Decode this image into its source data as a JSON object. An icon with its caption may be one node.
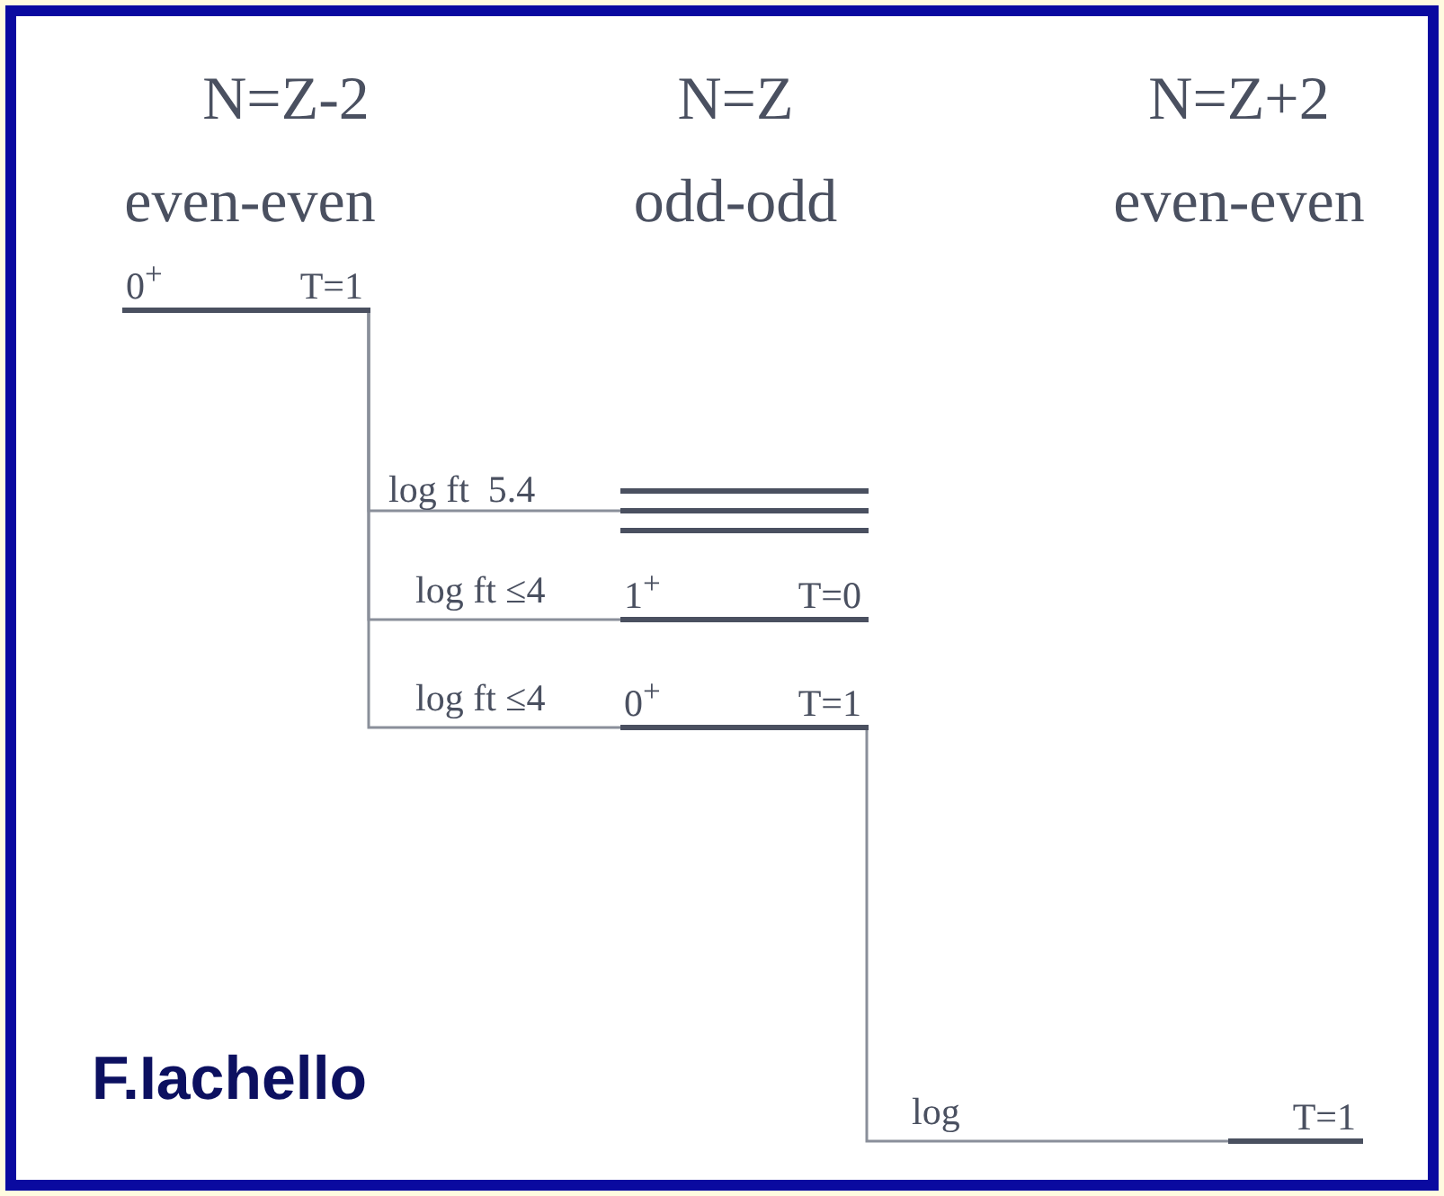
{
  "diagram": {
    "nodes": [
      {
        "text": [
          "0$^{+}$",
          "T=1"
        ]
      },
      {
        "text": [],
        "shape": "bar"
      },
      {
        "text": [
          "1$^{+}$",
          "T=0"
        ]
      },
      {
        "text": [
          "0$^{+}$",
          "T=1"
        ]
      },
      {
        "text": [
          "T=1"
        ]
      }
    ],
    "edges": [
      {
        "from": 0,
        "to": 1,
        "arrow": "none",
        "label": "log ft  5.4"
      },
      {
        "from": 0,
        "to": 2,
        "arrow": "none",
        "label": "log ft ≤4"
      },
      {
        "from": 0,
        "to": 3,
        "arrow": "none",
        "label": "log ft ≤4"
      },
      {
        "from": 3,
        "to": 4,
        "arrow": "none",
        "label": "log"
      }
    ],
    "labels": [
      "N=Z-2",
      "N=Z",
      "N=Z+2",
      "even-even",
      "odd-odd",
      "even-even",
      "F.Iachello"
    ]
  }
}
